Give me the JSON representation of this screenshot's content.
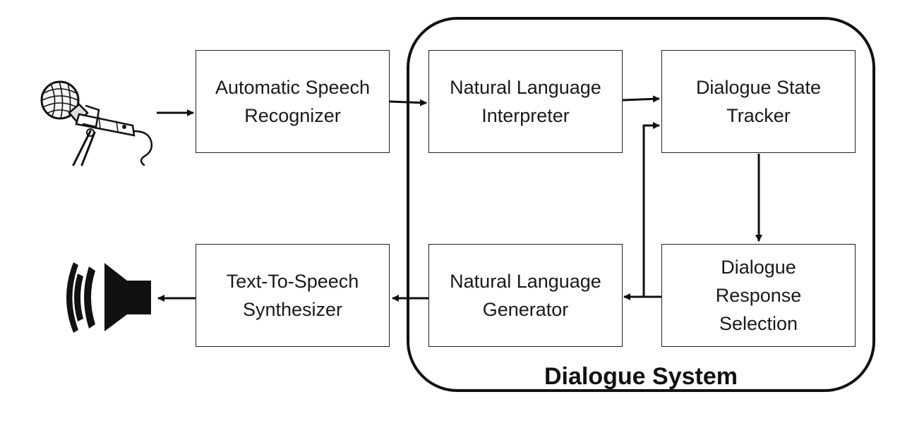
{
  "system": {
    "label": "Dialogue System"
  },
  "boxes": {
    "asr": "Automatic Speech\nRecognizer",
    "nli": "Natural Language\nInterpreter",
    "dst": "Dialogue State\nTracker",
    "drs": "Dialogue\nResponse\nSelection",
    "nlg": "Natural Language\nGenerator",
    "tts": "Text-To-Speech\nSynthesizer"
  },
  "icons": {
    "input": "microphone-icon",
    "output": "speaker-icon"
  },
  "colors": {
    "stroke": "#111111",
    "box_border": "#222222",
    "text": "#1a1a1a"
  }
}
